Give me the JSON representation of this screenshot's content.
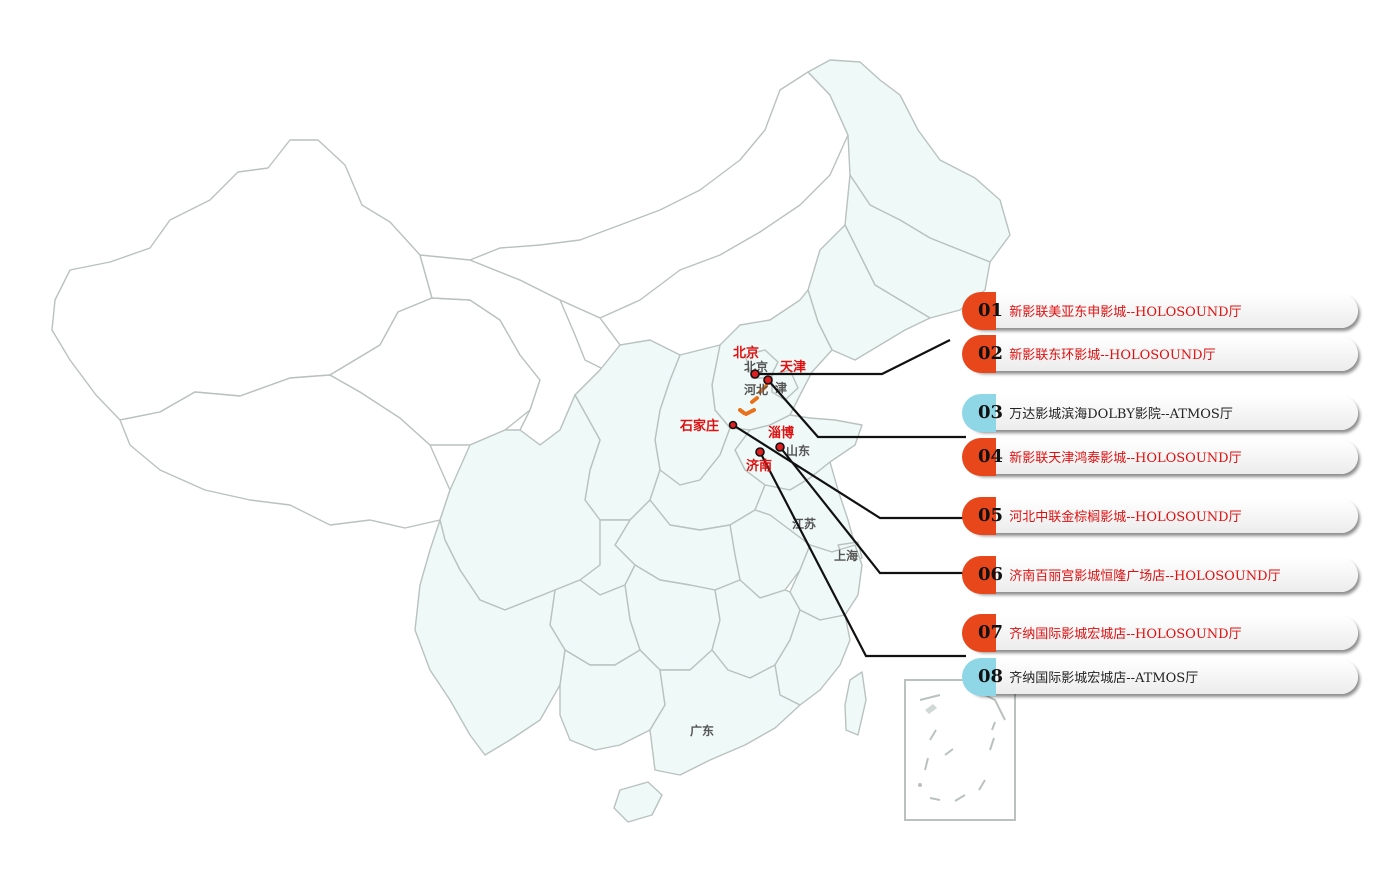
{
  "cities": [
    {
      "name": "北京",
      "label": "北京"
    },
    {
      "name": "天津",
      "label": "天津"
    },
    {
      "name": "石家庄",
      "label": "石家庄"
    },
    {
      "name": "淄博",
      "label": "淄博"
    },
    {
      "name": "济南",
      "label": "济南"
    }
  ],
  "province_labels": {
    "beijing": "北京",
    "hebei": "河北",
    "tianjin": "津",
    "shandong": "山东",
    "jiangsu": "江苏",
    "shanghai": "上海",
    "guangdong": "广东"
  },
  "cinemas": [
    {
      "num": "01",
      "name": "新影联美亚东申影城--HOLOSOUND厅",
      "color": "red"
    },
    {
      "num": "02",
      "name": "新影联东环影城--HOLOSOUND厅",
      "color": "red"
    },
    {
      "num": "03",
      "name": "万达影城滨海DOLBY影院--ATMOS厅",
      "color": "blue"
    },
    {
      "num": "04",
      "name": "新影联天津鸿泰影城--HOLOSOUND厅",
      "color": "red"
    },
    {
      "num": "05",
      "name": "河北中联金棕榈影城--HOLOSOUND厅",
      "color": "red"
    },
    {
      "num": "06",
      "name": "济南百丽宫影城恒隆广场店--HOLOSOUND厅",
      "color": "red"
    },
    {
      "num": "07",
      "name": "齐纳国际影城宏城店--HOLOSOUND厅",
      "color": "red"
    },
    {
      "num": "08",
      "name": "齐纳国际影城宏城店--ATMOS厅",
      "color": "blue"
    }
  ],
  "colors": {
    "accent_red": "#e8471c",
    "accent_blue": "#8fd6e6",
    "city_text": "#e01010",
    "map_fill": "#effaf8",
    "map_stroke": "#b9c2bf"
  }
}
